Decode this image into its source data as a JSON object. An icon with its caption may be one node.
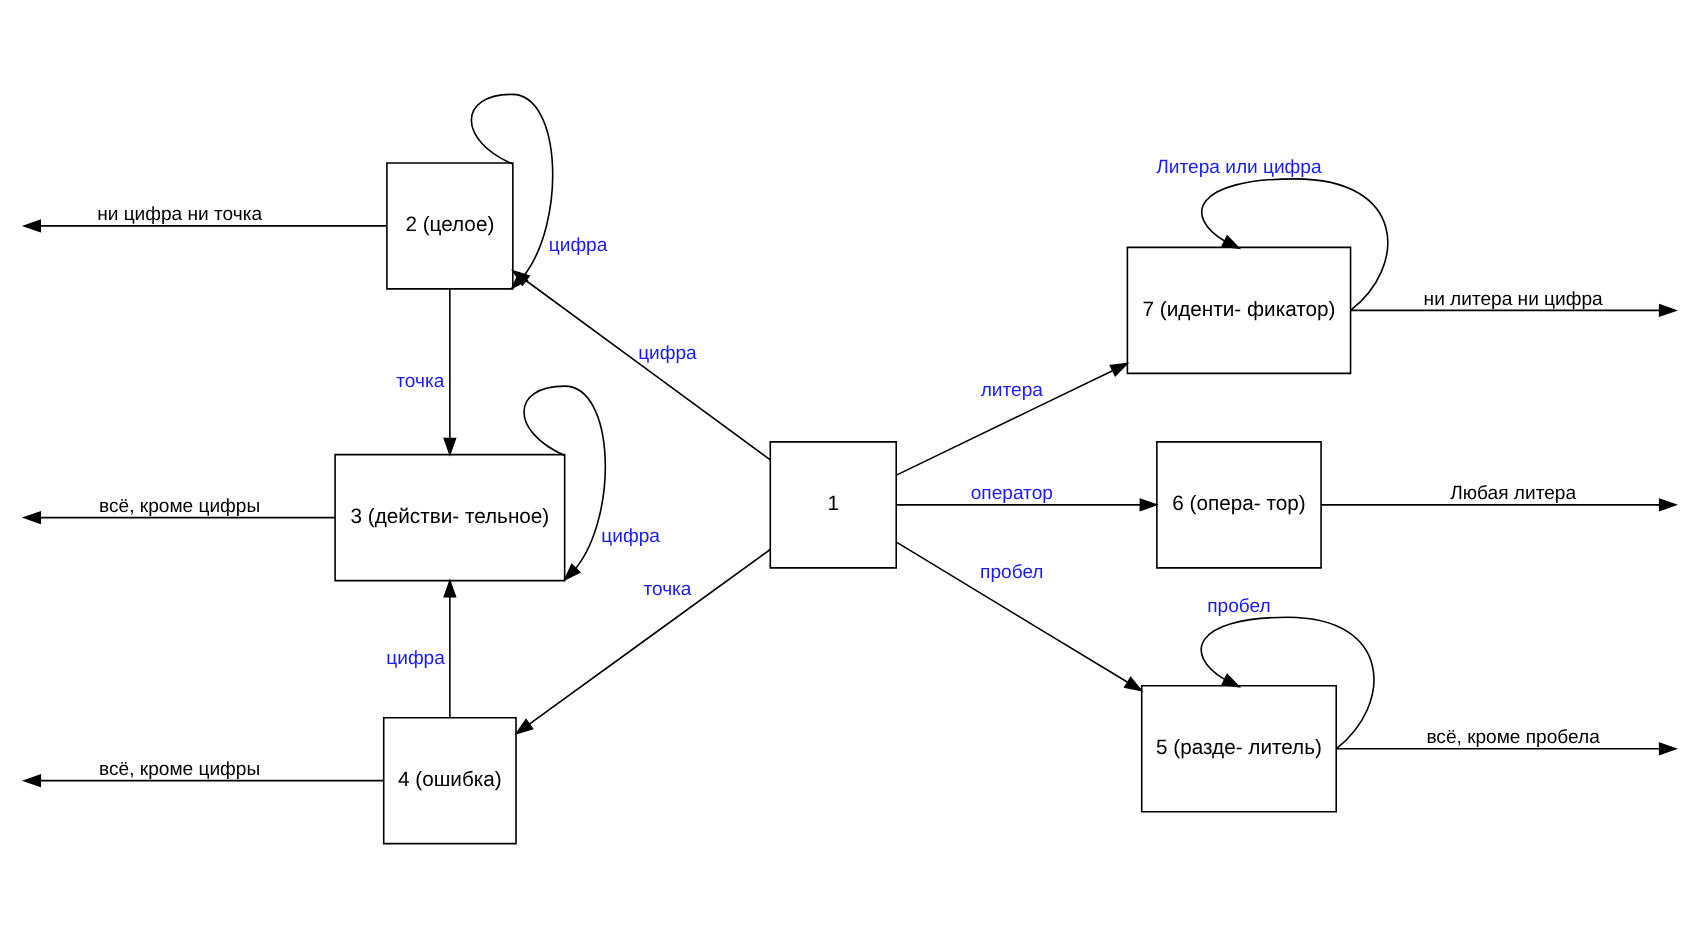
{
  "diagram": {
    "nodes": [
      {
        "text": [
          "1"
        ]
      },
      {
        "text": [
          "2 (целое)"
        ]
      },
      {
        "text": [
          "3 (действи- тельное)"
        ]
      },
      {
        "text": [
          "4 (ошибка)"
        ]
      },
      {
        "text": [
          "5 (разде- литель)"
        ]
      },
      {
        "text": [
          "6 (опера- тор)"
        ]
      },
      {
        "text": [
          "7 (иденти- фикатор)"
        ]
      }
    ],
    "edges": [
      {
        "from": 0,
        "to": 1,
        "arrow": "to",
        "label": "цифра"
      },
      {
        "from": 0,
        "to": 6,
        "arrow": "to",
        "label": "литера"
      },
      {
        "from": 0,
        "to": 5,
        "arrow": "to",
        "label": "оператор"
      },
      {
        "from": 0,
        "to": 4,
        "arrow": "to",
        "label": "пробел"
      },
      {
        "from": 0,
        "to": 3,
        "arrow": "to",
        "label": "точка"
      },
      {
        "from": 1,
        "to": 2,
        "arrow": "to",
        "label": "точка"
      },
      {
        "from": 3,
        "to": 2,
        "arrow": "to",
        "label": "цифра"
      },
      {
        "from": 1,
        "to": 1,
        "arrow": "to",
        "label": "цифра"
      },
      {
        "from": 2,
        "to": 2,
        "arrow": "to",
        "label": "цифра"
      },
      {
        "from": 6,
        "to": 6,
        "arrow": "to",
        "label": "Литера или цифра"
      },
      {
        "from": 4,
        "to": 4,
        "arrow": "to",
        "label": "пробел"
      },
      {
        "from": 1,
        "to": null,
        "arrow": "to",
        "label": "ни цифра ни точка"
      },
      {
        "from": 2,
        "to": null,
        "arrow": "to",
        "label": "всё, кроме цифры"
      },
      {
        "from": 3,
        "to": null,
        "arrow": "to",
        "label": "всё, кроме цифры"
      },
      {
        "from": 6,
        "to": null,
        "arrow": "to",
        "label": "ни литера ни цифра"
      },
      {
        "from": 5,
        "to": null,
        "arrow": "to",
        "label": "Любая литера"
      },
      {
        "from": 4,
        "to": null,
        "arrow": "to",
        "label": "всё, кроме пробела"
      }
    ]
  }
}
